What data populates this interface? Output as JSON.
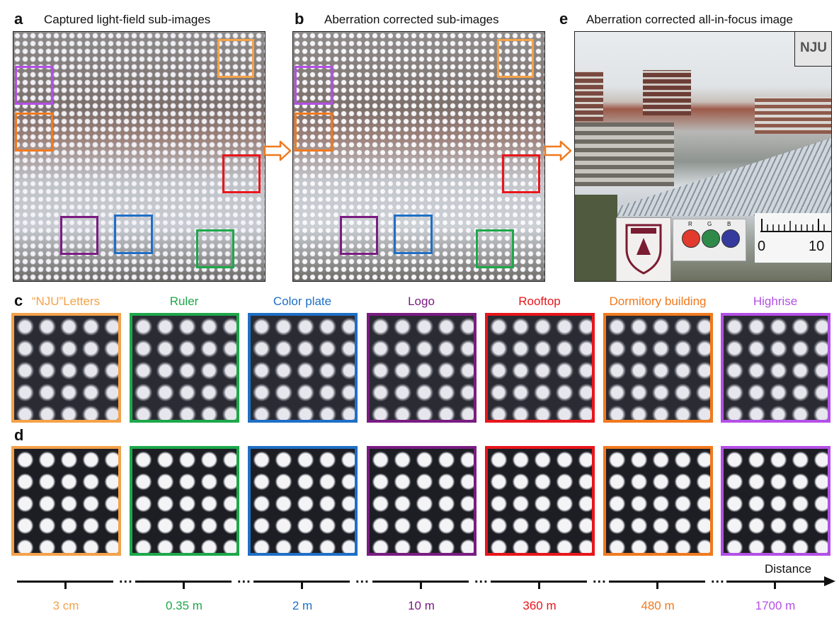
{
  "panels": {
    "a": {
      "letter": "a",
      "title": "Captured light-field sub-images"
    },
    "b": {
      "letter": "b",
      "title": "Aberration corrected sub-images"
    },
    "e": {
      "letter": "e",
      "title": "Aberration corrected all-in-focus image"
    },
    "c": {
      "letter": "c"
    },
    "d": {
      "letter": "d"
    }
  },
  "scene_overlay": {
    "nju": "NJU",
    "ruler_zero": "0",
    "ruler_ten": "10",
    "color_r": "R",
    "color_g": "G",
    "color_b": "B"
  },
  "categories": [
    {
      "label": "“NJU”Letters",
      "color": "#f4a24a",
      "distance": "3 cm"
    },
    {
      "label": "Ruler",
      "color": "#1ea84a",
      "distance": "0.35 m"
    },
    {
      "label": "Color plate",
      "color": "#1f6fc5",
      "distance": "2 m"
    },
    {
      "label": "Logo",
      "color": "#7a1c82",
      "distance": "10 m"
    },
    {
      "label": "Rooftop",
      "color": "#e8161b",
      "distance": "360 m"
    },
    {
      "label": "Dormitory building",
      "color": "#f07a1e",
      "distance": "480 m"
    },
    {
      "label": "Highrise",
      "color": "#b44fe6",
      "distance": "1700 m"
    }
  ],
  "axis": {
    "label": "Distance",
    "ellipsis": "..."
  },
  "colors": {
    "arrow": "#f07a1e",
    "axis": "#111111"
  }
}
